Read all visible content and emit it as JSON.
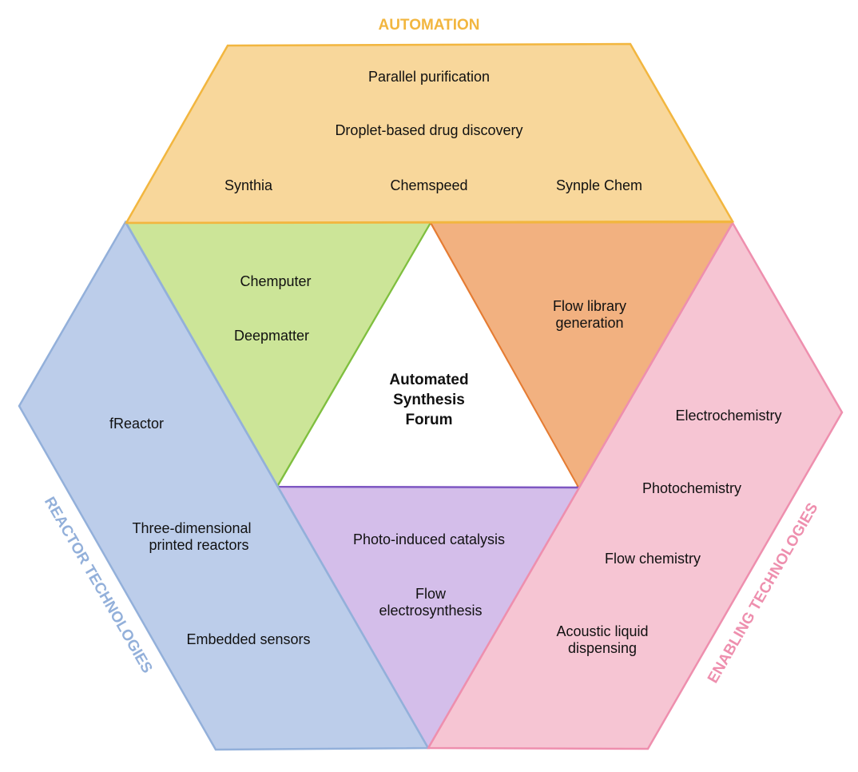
{
  "colors": {
    "automation_fill": "#F8D79B",
    "automation_stroke": "#F2B63F",
    "reactor_fill": "#BCCDEA",
    "reactor_stroke": "#93B0DA",
    "enabling_fill": "#F6C5D3",
    "enabling_stroke": "#EE8FAE",
    "green_fill": "#CCE598",
    "green_stroke": "#7FBF3F",
    "orange_fill": "#F2B180",
    "orange_stroke": "#E57C33",
    "purple_fill": "#D4BEEA",
    "purple_stroke": "#7E57C2",
    "center_fill": "#FFFFFF"
  },
  "center": {
    "line1": "Automated",
    "line2": "Synthesis",
    "line3": "Forum"
  },
  "sections": {
    "automation": {
      "title": "AUTOMATION",
      "items": [
        "Parallel purification",
        "Droplet-based drug discovery",
        "Synthia",
        "Chemspeed",
        "Synple Chem"
      ]
    },
    "reactor": {
      "title": "REACTOR TECHNOLOGIES",
      "items": [
        "fReactor",
        "Three-dimensional",
        "printed reactors",
        "Embedded sensors"
      ]
    },
    "enabling": {
      "title": "ENABLING TECHNOLOGIES",
      "items": [
        "Electrochemistry",
        "Photochemistry",
        "Flow chemistry",
        "Acoustic liquid",
        "dispensing"
      ]
    }
  },
  "overlaps": {
    "automation_reactor": [
      "Chemputer",
      "Deepmatter"
    ],
    "automation_enabling": [
      "Flow library",
      "generation"
    ],
    "reactor_enabling": [
      "Photo-induced catalysis",
      "Flow",
      "electrosynthesis"
    ]
  }
}
